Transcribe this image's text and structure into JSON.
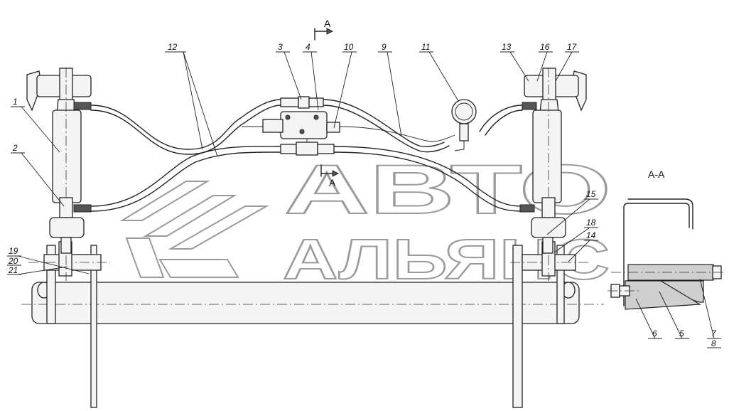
{
  "callouts": [
    "1",
    "2",
    "3",
    "4",
    "10",
    "9",
    "11",
    "12",
    "13",
    "16",
    "17",
    "15",
    "18",
    "14",
    "19",
    "20",
    "21",
    "6",
    "5",
    "7",
    "8"
  ],
  "section_marks": {
    "top": "A",
    "bottom": "A",
    "view_title": "А-А"
  },
  "watermark": {
    "line1": "АВТО",
    "line2": "АЛЬЯНС"
  }
}
